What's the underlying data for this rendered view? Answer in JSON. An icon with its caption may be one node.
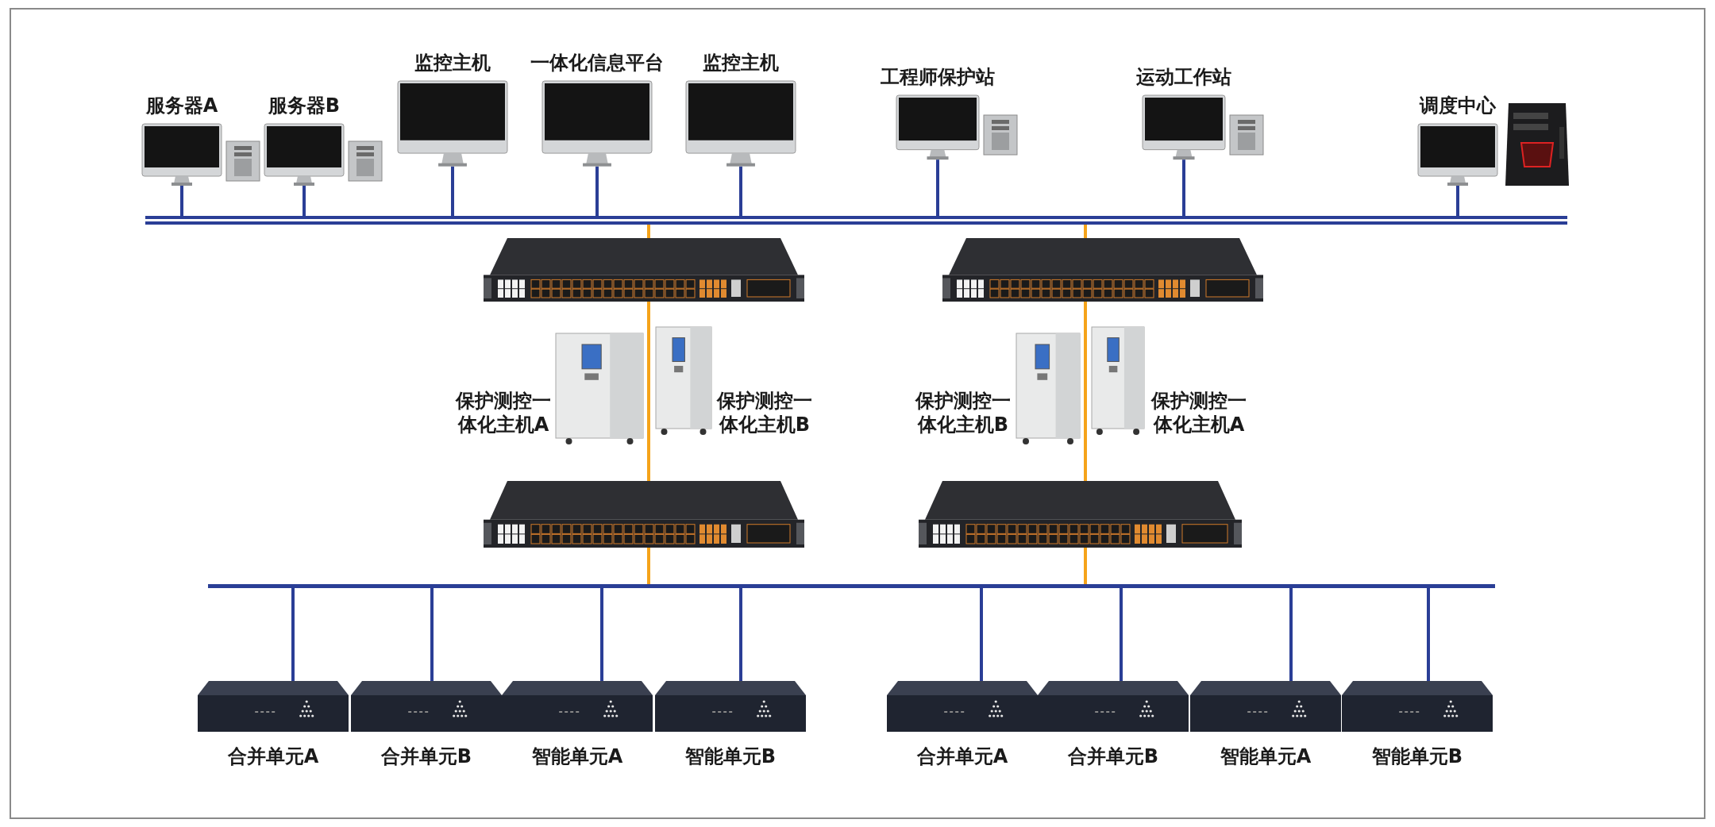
{
  "diagram": {
    "nodes": [
      {
        "text": [
          "服务器A"
        ]
      },
      {
        "text": [
          "服务器B"
        ]
      },
      {
        "text": [
          "监控主机"
        ]
      },
      {
        "text": [
          "一体化信息平台"
        ]
      },
      {
        "text": [
          "监控主机"
        ]
      },
      {
        "text": [
          "工程师保护站"
        ]
      },
      {
        "text": [
          "运动工作站"
        ]
      },
      {
        "text": [
          "调度中心"
        ]
      },
      {
        "text": [],
        "shape": "bar"
      },
      {
        "text": [],
        "shape": "box"
      },
      {
        "text": [],
        "shape": "box"
      },
      {
        "text": [
          "保护测控一体化主机A"
        ]
      },
      {
        "text": [
          "保护测控一体化主机B"
        ]
      },
      {
        "text": [
          "保护测控一体化主机B"
        ]
      },
      {
        "text": [
          "保护测控一体化主机A"
        ]
      },
      {
        "text": [],
        "shape": "box"
      },
      {
        "text": [],
        "shape": "box"
      },
      {
        "text": [],
        "shape": "bar"
      },
      {
        "text": [
          "合并单元A"
        ]
      },
      {
        "text": [
          "合并单元B"
        ]
      },
      {
        "text": [
          "智能单元A"
        ]
      },
      {
        "text": [
          "智能单元B"
        ]
      },
      {
        "text": [
          "合并单元A"
        ]
      },
      {
        "text": [
          "合并单元B"
        ]
      },
      {
        "text": [
          "智能单元A"
        ]
      },
      {
        "text": [
          "智能单元B"
        ]
      }
    ],
    "edges": [
      {
        "from": 0,
        "to": 8,
        "arrow": "none"
      },
      {
        "from": 1,
        "to": 8,
        "arrow": "none"
      },
      {
        "from": 2,
        "to": 8,
        "arrow": "none"
      },
      {
        "from": 3,
        "to": 8,
        "arrow": "none"
      },
      {
        "from": 4,
        "to": 8,
        "arrow": "none"
      },
      {
        "from": 5,
        "to": 8,
        "arrow": "none"
      },
      {
        "from": 6,
        "to": 8,
        "arrow": "none"
      },
      {
        "from": 7,
        "to": 8,
        "arrow": "none"
      },
      {
        "from": 8,
        "to": 9,
        "arrow": "none",
        "color": "#f5a31a"
      },
      {
        "from": 8,
        "to": 10,
        "arrow": "none",
        "color": "#f5a31a"
      },
      {
        "from": 9,
        "to": 15,
        "arrow": "none",
        "color": "#f5a31a"
      },
      {
        "from": 10,
        "to": 16,
        "arrow": "none",
        "color": "#f5a31a"
      },
      {
        "from": 15,
        "to": 17,
        "arrow": "none",
        "color": "#f5a31a"
      },
      {
        "from": 16,
        "to": 17,
        "arrow": "none",
        "color": "#f5a31a"
      },
      {
        "from": 17,
        "to": 18,
        "arrow": "none"
      },
      {
        "from": 17,
        "to": 19,
        "arrow": "none"
      },
      {
        "from": 17,
        "to": 20,
        "arrow": "none"
      },
      {
        "from": 17,
        "to": 21,
        "arrow": "none"
      },
      {
        "from": 17,
        "to": 22,
        "arrow": "none"
      },
      {
        "from": 17,
        "to": 23,
        "arrow": "none"
      },
      {
        "from": 17,
        "to": 24,
        "arrow": "none"
      },
      {
        "from": 17,
        "to": 25,
        "arrow": "none"
      }
    ]
  }
}
